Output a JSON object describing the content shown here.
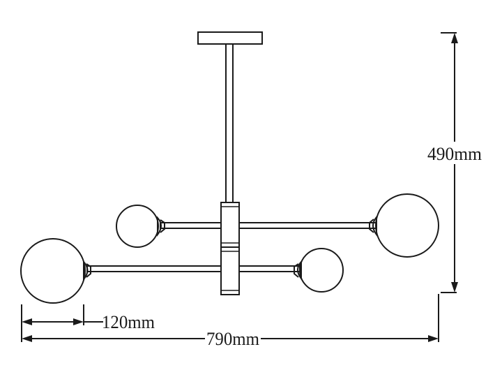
{
  "dimensions": {
    "height_label": "490mm",
    "width_label": "790mm",
    "globe_label": "120mm"
  }
}
